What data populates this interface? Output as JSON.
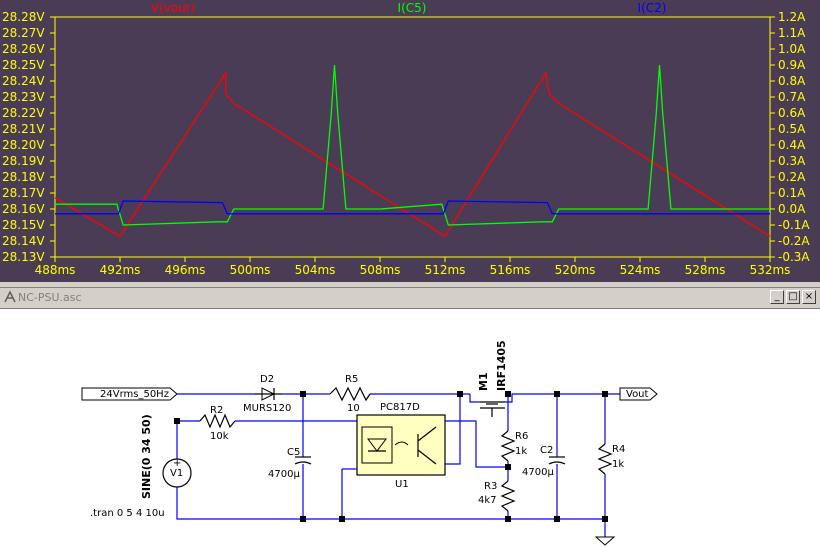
{
  "chart_data": {
    "type": "line",
    "series": [
      {
        "name": "V(vout)",
        "color": "#ff0000",
        "axis": "left",
        "x": [
          488,
          492,
          498.5,
          498.5,
          499,
          512,
          518.2,
          518.4,
          519,
          532
        ],
        "y": [
          28.167,
          28.143,
          28.245,
          28.232,
          28.226,
          28.143,
          28.245,
          28.232,
          28.226,
          28.143
        ]
      },
      {
        "name": "I(C5)",
        "color": "#00ff00",
        "axis": "right",
        "x": [
          488,
          491.8,
          492.2,
          498,
          498.6,
          499,
          504.5,
          505,
          505.2,
          505.4,
          505.9,
          506.4,
          508,
          511.8,
          512.2,
          518,
          518.6,
          519,
          524.5,
          525,
          525.2,
          525.4,
          525.9,
          526.4,
          528,
          532
        ],
        "y": [
          0.03,
          0.03,
          -0.1,
          -0.08,
          -0.08,
          0.0,
          0.0,
          0.6,
          0.9,
          0.6,
          0.0,
          0.0,
          0.0,
          0.03,
          -0.1,
          -0.08,
          -0.08,
          0.0,
          0.0,
          0.6,
          0.9,
          0.6,
          0.0,
          0.0,
          0.0,
          0.0
        ]
      },
      {
        "name": "I(C2)",
        "color": "#0000ff",
        "axis": "right",
        "x": [
          488,
          491.9,
          492.2,
          498.3,
          498.6,
          511.9,
          512.2,
          518.3,
          518.6,
          532
        ],
        "y": [
          -0.03,
          -0.03,
          0.05,
          0.04,
          -0.03,
          -0.03,
          0.05,
          0.04,
          -0.03,
          -0.03
        ]
      }
    ],
    "x_ticks": [
      "488ms",
      "492ms",
      "496ms",
      "500ms",
      "504ms",
      "508ms",
      "512ms",
      "516ms",
      "520ms",
      "524ms",
      "528ms",
      "532ms"
    ],
    "y_left_ticks": [
      "28.28V",
      "28.27V",
      "28.26V",
      "28.25V",
      "28.24V",
      "28.23V",
      "28.22V",
      "28.21V",
      "28.20V",
      "28.19V",
      "28.18V",
      "28.17V",
      "28.16V",
      "28.15V",
      "28.14V",
      "28.13V"
    ],
    "y_right_ticks": [
      "1.2A",
      "1.1A",
      "1.0A",
      "0.9A",
      "0.8A",
      "0.7A",
      "0.6A",
      "0.5A",
      "0.4A",
      "0.3A",
      "0.2A",
      "0.1A",
      "0.0A",
      "-0.1A",
      "-0.2A",
      "-0.3A"
    ],
    "xlim": [
      488,
      532
    ],
    "ylim_left": [
      28.13,
      28.28
    ],
    "ylim_right": [
      -0.3,
      1.2
    ],
    "grid": false,
    "colors": {
      "background": "#4b3c56",
      "axes": "#ffff00"
    }
  },
  "schematic_window": {
    "title": "NC-PSU.asc",
    "buttons": {
      "minimize": "_",
      "maximize": "□",
      "close": "×"
    }
  },
  "schematic": {
    "input_port": "24Vrms_50Hz",
    "output_port": "Vout",
    "d2_ref": "D2",
    "d2_val": "MURS120",
    "r5_ref": "R5",
    "r5_val": "10",
    "r2_ref": "R2",
    "r2_val": "10k",
    "c5_ref": "C5",
    "c5_val": "4700µ",
    "u1_part": "PC817D",
    "u1_ref": "U1",
    "m1_ref": "M1",
    "m1_val": "IRF1405",
    "r6_ref": "R6",
    "r6_val": "1k",
    "r3_ref": "R3",
    "r3_val": "4k7",
    "c2_ref": "C2",
    "c2_val": "4700µ",
    "r4_ref": "R4",
    "r4_val": "1k",
    "v1_ref": "V1",
    "v1_val": "SINE(0 34 50)",
    "directive": ".tran 0 5 4 10u"
  }
}
